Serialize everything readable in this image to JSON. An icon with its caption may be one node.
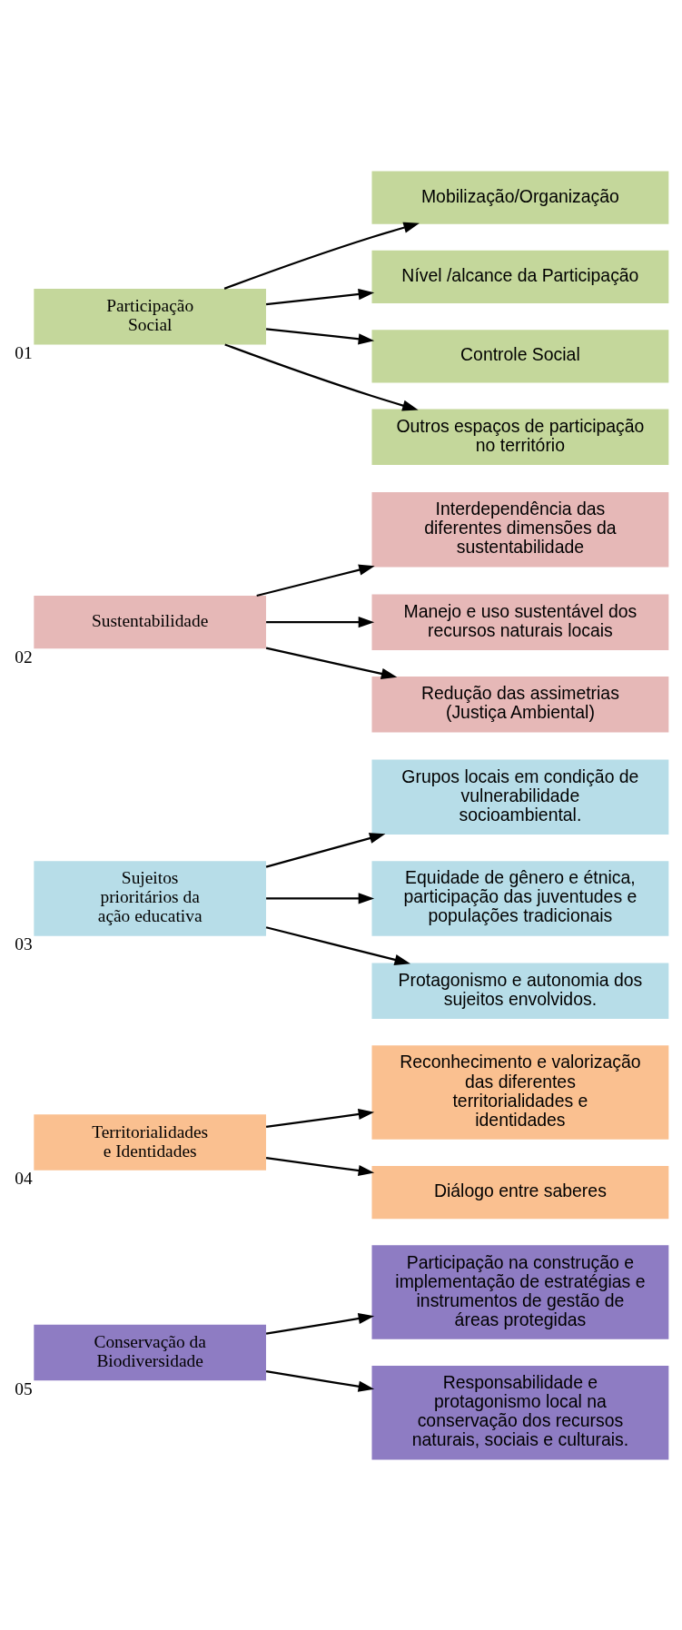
{
  "diagram": {
    "nodes": [
      {
        "text": [
          "Participação Social"
        ],
        "beside": [
          "01"
        ]
      },
      {
        "text": [
          "Mobilização/Organização"
        ]
      },
      {
        "text": [
          "Nível /alcance da Participação"
        ]
      },
      {
        "text": [
          "Controle Social"
        ]
      },
      {
        "text": [
          "Outros espaços de participação no território"
        ]
      },
      {
        "text": [
          "Sustentabilidade"
        ],
        "beside": [
          "02"
        ]
      },
      {
        "text": [
          "Interdependência das diferentes dimensões da sustentabilidade"
        ]
      },
      {
        "text": [
          "Manejo e uso sustentável dos recursos naturais locais"
        ]
      },
      {
        "text": [
          "Redução das assimetrias (Justiça Ambiental)"
        ]
      },
      {
        "text": [
          "Sujeitos prioritários da ação educativa"
        ],
        "beside": [
          "03"
        ]
      },
      {
        "text": [
          "Grupos locais em condição de vulnerabilidade socioambiental."
        ]
      },
      {
        "text": [
          "Equidade de gênero e étnica, participação das juventudes e populações tradicionais"
        ]
      },
      {
        "text": [
          "Protagonismo e autonomia dos sujeitos envolvidos."
        ]
      },
      {
        "text": [
          "Territorialidades e Identidades"
        ],
        "beside": [
          "04"
        ]
      },
      {
        "text": [
          "Reconhecimento e valorização das diferentes territorialidades e identidades"
        ]
      },
      {
        "text": [
          "Diálogo entre saberes"
        ]
      },
      {
        "text": [
          "Conservação da Biodiversidade"
        ],
        "beside": [
          "05"
        ]
      },
      {
        "text": [
          "Participação na construção e implementação de estratégias e instrumentos de gestão de áreas protegidas"
        ]
      },
      {
        "text": [
          "Responsabilidade e protagonismo local na conservação dos recursos naturais, sociais e culturais."
        ]
      }
    ],
    "edges": [
      {
        "from": 0,
        "to": 1,
        "arrow": "to"
      },
      {
        "from": 0,
        "to": 2,
        "arrow": "to"
      },
      {
        "from": 0,
        "to": 3,
        "arrow": "to"
      },
      {
        "from": 0,
        "to": 4,
        "arrow": "to"
      },
      {
        "from": 5,
        "to": 6,
        "arrow": "to"
      },
      {
        "from": 5,
        "to": 7,
        "arrow": "to"
      },
      {
        "from": 5,
        "to": 8,
        "arrow": "to"
      },
      {
        "from": 9,
        "to": 10,
        "arrow": "to"
      },
      {
        "from": 9,
        "to": 11,
        "arrow": "to"
      },
      {
        "from": 9,
        "to": 12,
        "arrow": "to"
      },
      {
        "from": 13,
        "to": 14,
        "arrow": "to"
      },
      {
        "from": 13,
        "to": 15,
        "arrow": "to"
      },
      {
        "from": 16,
        "to": 17,
        "arrow": "to"
      },
      {
        "from": 16,
        "to": 18,
        "arrow": "to"
      }
    ]
  }
}
